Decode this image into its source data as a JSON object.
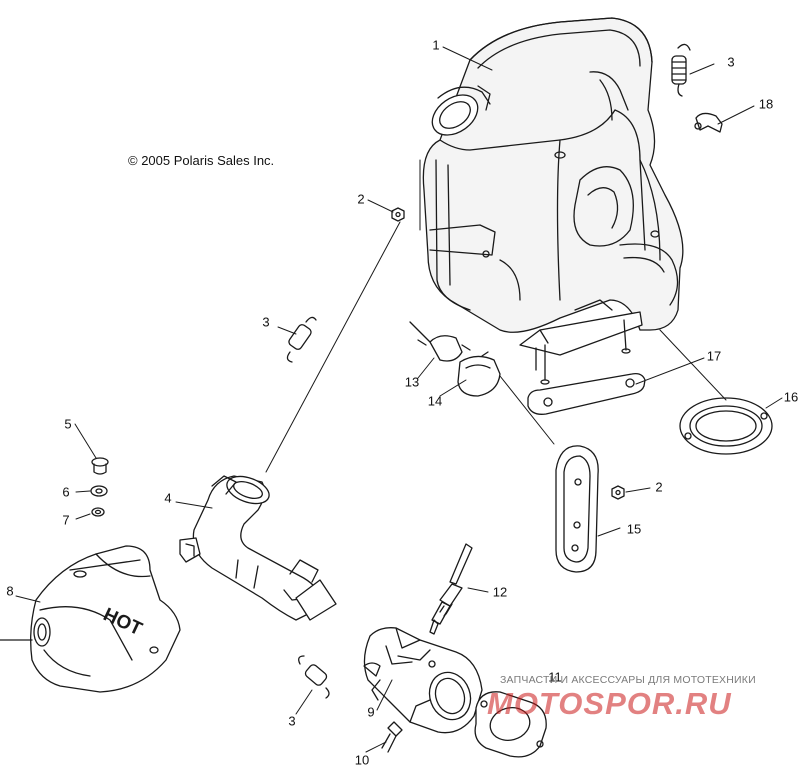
{
  "copyright": "© 2005 Polaris Sales Inc.",
  "callouts": {
    "c1": "1",
    "c3a": "3",
    "c18": "18",
    "c2a": "2",
    "c3b": "3",
    "c13": "13",
    "c17": "17",
    "c14": "14",
    "c16": "16",
    "c5": "5",
    "c6": "6",
    "c2b": "2",
    "c7": "7",
    "c4": "4",
    "c15": "15",
    "c8": "8",
    "c12": "12",
    "c3c": "3",
    "c11": "11",
    "c9": "9",
    "c10": "10"
  },
  "heat_shield_text": "HOT",
  "watermark": {
    "text": "ЗАПЧАСТИ И АКСЕССУАРЫ ДЛЯ МОТОТЕХНИКИ",
    "logo": "MOTOSPOR.RU"
  }
}
